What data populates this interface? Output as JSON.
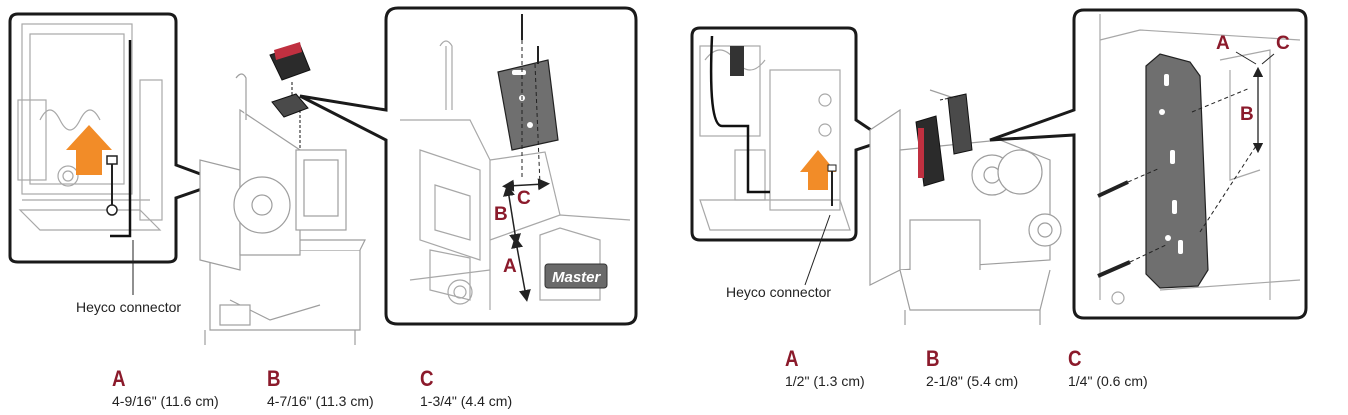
{
  "panel_left": {
    "connector_label": "Heyco connector",
    "detail_letters": {
      "a": "A",
      "b": "B",
      "c": "C"
    },
    "logo_text": "Master",
    "dimensions": [
      {
        "letter": "A",
        "value": "4-9/16\" (11.6 cm)"
      },
      {
        "letter": "B",
        "value": "4-7/16\" (11.3 cm)"
      },
      {
        "letter": "C",
        "value": "1-3/4\" (4.4 cm)"
      }
    ]
  },
  "panel_right": {
    "connector_label": "Heyco connector",
    "detail_letters": {
      "a": "A",
      "b": "B",
      "c": "C"
    },
    "dimensions": [
      {
        "letter": "A",
        "value": "1/2\" (1.3 cm)"
      },
      {
        "letter": "B",
        "value": "2-1/8\" (5.4 cm)"
      },
      {
        "letter": "C",
        "value": "1/4\" (0.6 cm)"
      }
    ]
  },
  "colors": {
    "accent": "#8b1a2b",
    "arrow": "#f28c28",
    "outline": "#1a1a1a",
    "line_art": "#9a9a9a"
  }
}
